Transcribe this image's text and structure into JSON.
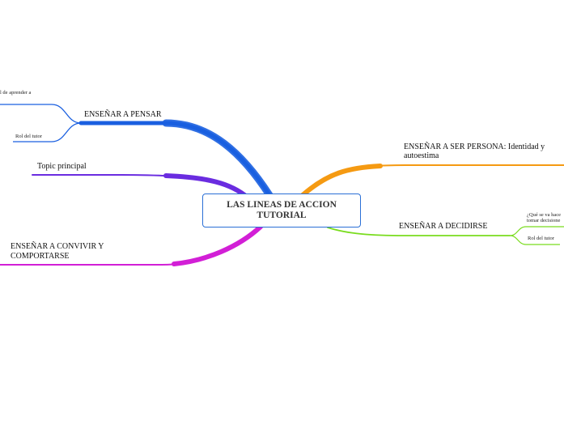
{
  "central_topic": "LAS LINEAS DE ACCION TUTORIAL",
  "branches": {
    "pensar": {
      "label": "ENSEÑAR A PENSAR",
      "color": "#1a5fe0",
      "children": [
        "l de aprender a",
        "Rol del tutor"
      ]
    },
    "topic": {
      "label": "Topic principal",
      "color": "#6a2ce0"
    },
    "convivir": {
      "label_line1": "ENSEÑAR A CONVIVIR Y",
      "label_line2": "COMPORTARSE",
      "color": "#d21fd6"
    },
    "persona": {
      "label_line1": "ENSEÑAR A SER PERSONA: Identidad y",
      "label_line2": "autoestima",
      "color": "#f59a12"
    },
    "decidirse": {
      "label": "ENSEÑAR A DECIDIRSE",
      "color": "#79dc1e",
      "children": [
        "¿Qué se va hace",
        "tomar decisione",
        "Rol del tutor"
      ]
    }
  }
}
